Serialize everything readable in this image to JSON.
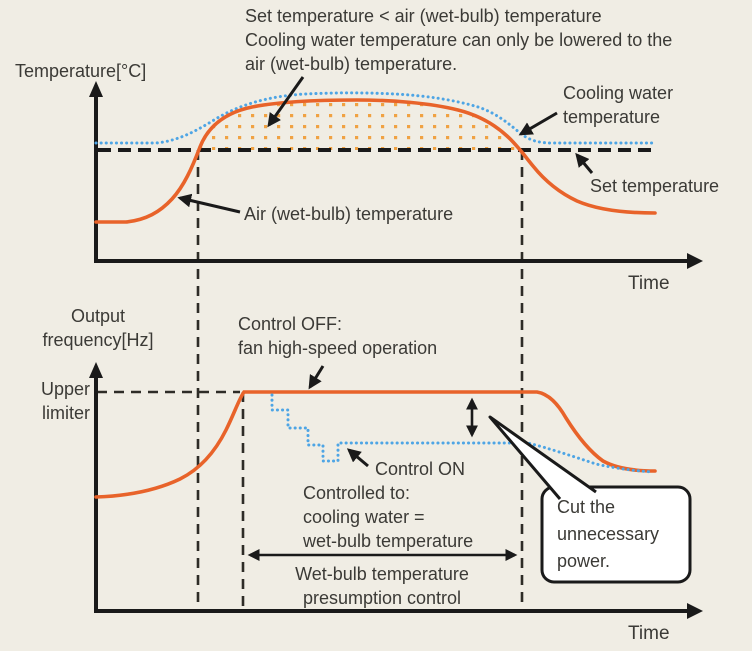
{
  "colors": {
    "background": "#F0EDE4",
    "curve_orange": "#E8632A",
    "dot_fill_orange": "#F0A243",
    "curve_blue": "#4EA5E5",
    "line_black": "#1A1A1A",
    "dash_gray": "#2E2C27",
    "text": "#3B3A36",
    "callout_bg": "#FFFFFF"
  },
  "top_chart": {
    "y_axis_label": "Temperature[°C]",
    "time_label": "Time",
    "annotation_lines": [
      "Set temperature < air (wet-bulb) temperature",
      "Cooling water temperature can only be lowered to the",
      "air (wet-bulb) temperature."
    ],
    "cooling_water_label_lines": [
      "Cooling water",
      "temperature"
    ],
    "set_temperature_label": "Set temperature",
    "air_wet_bulb_label": "Air (wet-bulb) temperature",
    "series": [
      {
        "name": "Cooling water temperature",
        "style": "dotted"
      },
      {
        "name": "Air (wet-bulb) temperature",
        "style": "solid"
      },
      {
        "name": "Set temperature",
        "style": "dashed"
      }
    ]
  },
  "bottom_chart": {
    "y_axis_label_lines": [
      "Output",
      "frequency[Hz]"
    ],
    "time_label": "Time",
    "upper_limiter_lines": [
      "Upper",
      "limiter"
    ],
    "control_off_lines": [
      "Control OFF:",
      "fan high-speed operation"
    ],
    "control_on_label": "Control ON",
    "controlled_to_lines": [
      "Controlled to:",
      "cooling water =",
      "wet-bulb temperature"
    ],
    "span_label_lines": [
      "Wet-bulb temperature",
      "presumption control"
    ],
    "callout_lines": [
      "Cut the",
      "unnecessary",
      "power."
    ],
    "series": [
      {
        "name": "Control OFF: fan high-speed operation",
        "style": "solid"
      },
      {
        "name": "Control ON",
        "style": "dotted"
      }
    ]
  }
}
